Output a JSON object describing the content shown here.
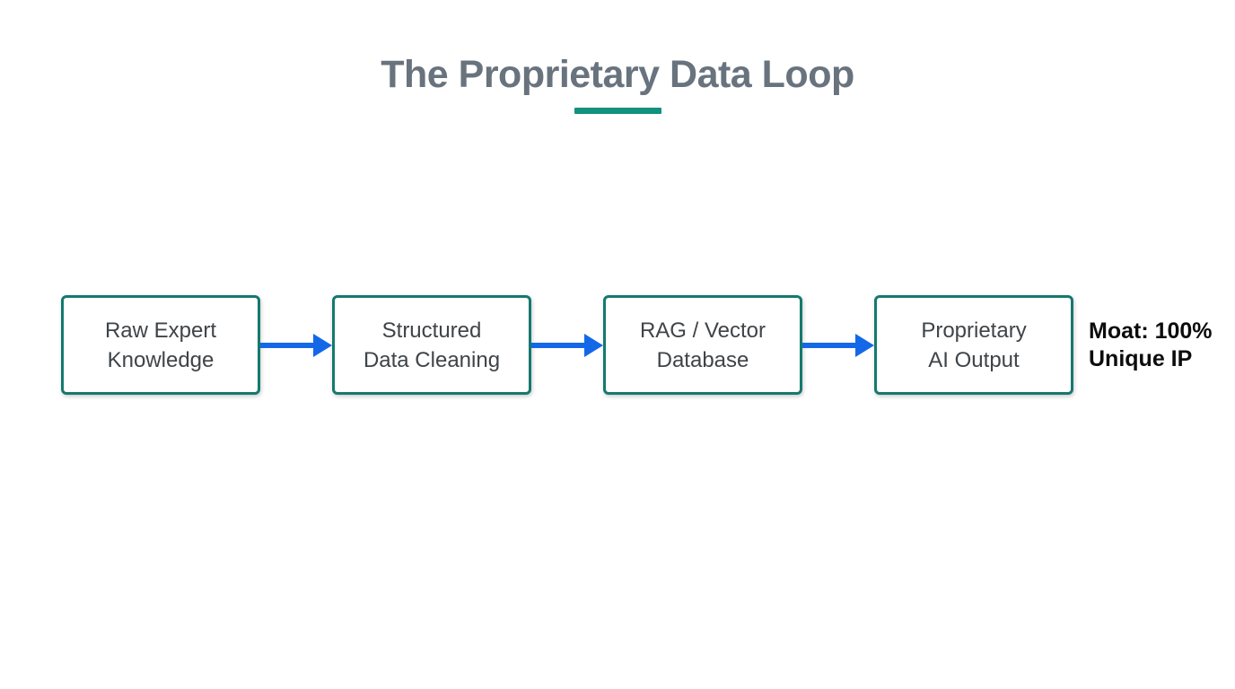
{
  "title": {
    "text": "The Proprietary Data Loop"
  },
  "flow": {
    "steps": [
      {
        "line1": "Raw Expert",
        "line2": "Knowledge"
      },
      {
        "line1": "Structured",
        "line2": "Data Cleaning"
      },
      {
        "line1": "RAG / Vector",
        "line2": "Database"
      },
      {
        "line1": "Proprietary",
        "line2": "AI Output"
      }
    ],
    "annotation": {
      "line1": "Moat: 100%",
      "line2": "Unique IP"
    }
  },
  "colors": {
    "teal-accent": "#12917f",
    "teal-border": "#15796f",
    "arrow-blue": "#1468e8",
    "title-gray": "#68737e",
    "box-text": "#3f4448",
    "annotation-black": "#0c0c0c",
    "bg": "#ffffff"
  }
}
